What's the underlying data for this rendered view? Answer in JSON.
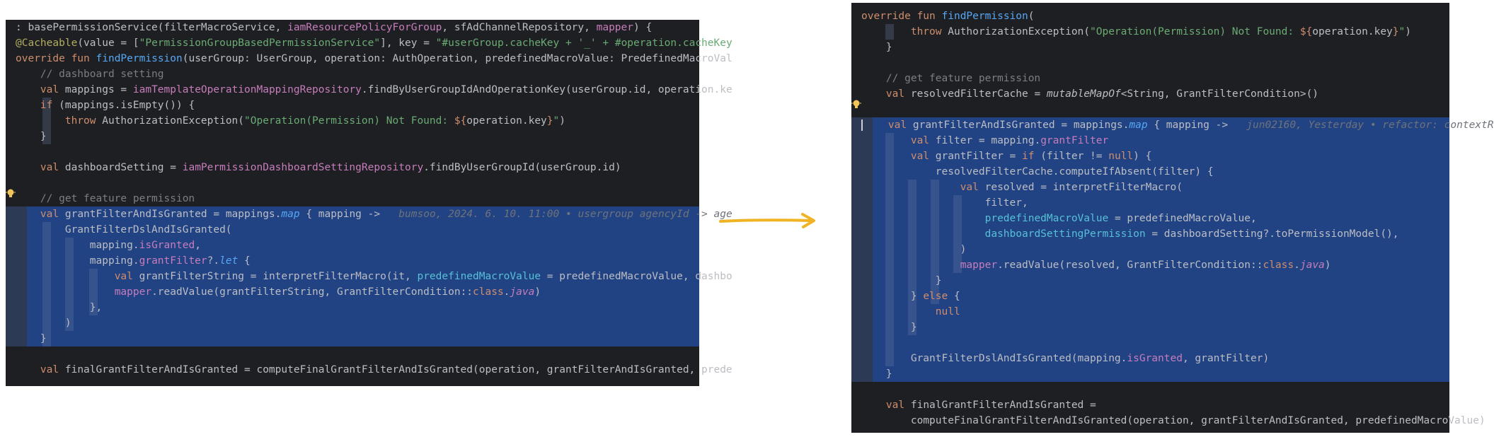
{
  "left": {
    "lines": [
      ": basePermissionService(filterMacroService, iamResourcePolicyForGroup, sfAdChannelRepository, mapper) {",
      "@Cacheable(value = [\"PermissionGroupBasedPermissionService\"], key = \"#userGroup.cacheKey + '_' + #operation.cacheKey",
      "override fun findPermission(userGroup: UserGroup, operation: AuthOperation, predefinedMacroValue: PredefinedMacroVal",
      "    // dashboard setting",
      "    val mappings = iamTemplateOperationMappingRepository.findByUserGroupIdAndOperationKey(userGroup.id, operation.ke",
      "    if (mappings.isEmpty()) {",
      "        throw AuthorizationException(\"Operation(Permission) Not Found: ${operation.key}\")",
      "    }",
      "",
      "    val dashboardSetting = iamPermissionDashboardSettingRepository.findByUserGroupId(userGroup.id)",
      "",
      "    // get feature permission",
      "    val grantFilterAndIsGranted = mappings.map { mapping ->",
      "        GrantFilterDslAndIsGranted(",
      "            mapping.isGranted,",
      "            mapping.grantFilter?.let {",
      "                val grantFilterString = interpretFilterMacro(it, predefinedMacroValue = predefinedMacroValue, dashbo",
      "                mapper.readValue(grantFilterString, GrantFilterCondition::class.java)",
      "            },",
      "        )",
      "    }",
      "",
      "    val finalGrantFilterAndIsGranted = computeFinalGrantFilterAndIsGranted(operation, grantFilterAndIsGranted, prede"
    ],
    "blame": "bumsoo, 2024. 6. 10. 11:00 • usergroup agencyId -> age"
  },
  "right": {
    "lines": [
      "override fun findPermission(",
      "        throw AuthorizationException(\"Operation(Permission) Not Found: ${operation.key}\")",
      "    }",
      "",
      "    // get feature permission",
      "    val resolvedFilterCache = mutableMapOf<String, GrantFilterCondition>()",
      "",
      "    val grantFilterAndIsGranted = mappings.map { mapping ->",
      "        val filter = mapping.grantFilter",
      "        val grantFilter = if (filter != null) {",
      "            resolvedFilterCache.computeIfAbsent(filter) {",
      "                val resolved = interpretFilterMacro(",
      "                    filter,",
      "                    predefinedMacroValue = predefinedMacroValue,",
      "                    dashboardSettingPermission = dashboardSetting?.toPermissionModel(),",
      "                )",
      "                mapper.readValue(resolved, GrantFilterCondition::class.java)",
      "            }",
      "        } else {",
      "            null",
      "        }",
      "",
      "        GrantFilterDslAndIsGranted(mapping.isGranted, grantFilter)",
      "    }",
      "",
      "    val finalGrantFilterAndIsGranted =",
      "        computeFinalGrantFilterAndIsGranted(operation, grantFilterAndIsGranted, predefinedMacroValue)"
    ],
    "blame": "jun02160, Yesterday • refactor: contextR"
  },
  "colors": {
    "editor_bg": "#1e1f22",
    "selection": "#214283",
    "arrow": "#f0b323",
    "keyword": "#cf8e6d",
    "function": "#56a8f5",
    "string": "#6aab73",
    "comment": "#7a7e85",
    "annotation": "#b3ae60",
    "property": "#c77dbb",
    "named_arg": "#56c1d6"
  },
  "icons": [
    "lightbulb-icon",
    "arrow-right-icon"
  ]
}
